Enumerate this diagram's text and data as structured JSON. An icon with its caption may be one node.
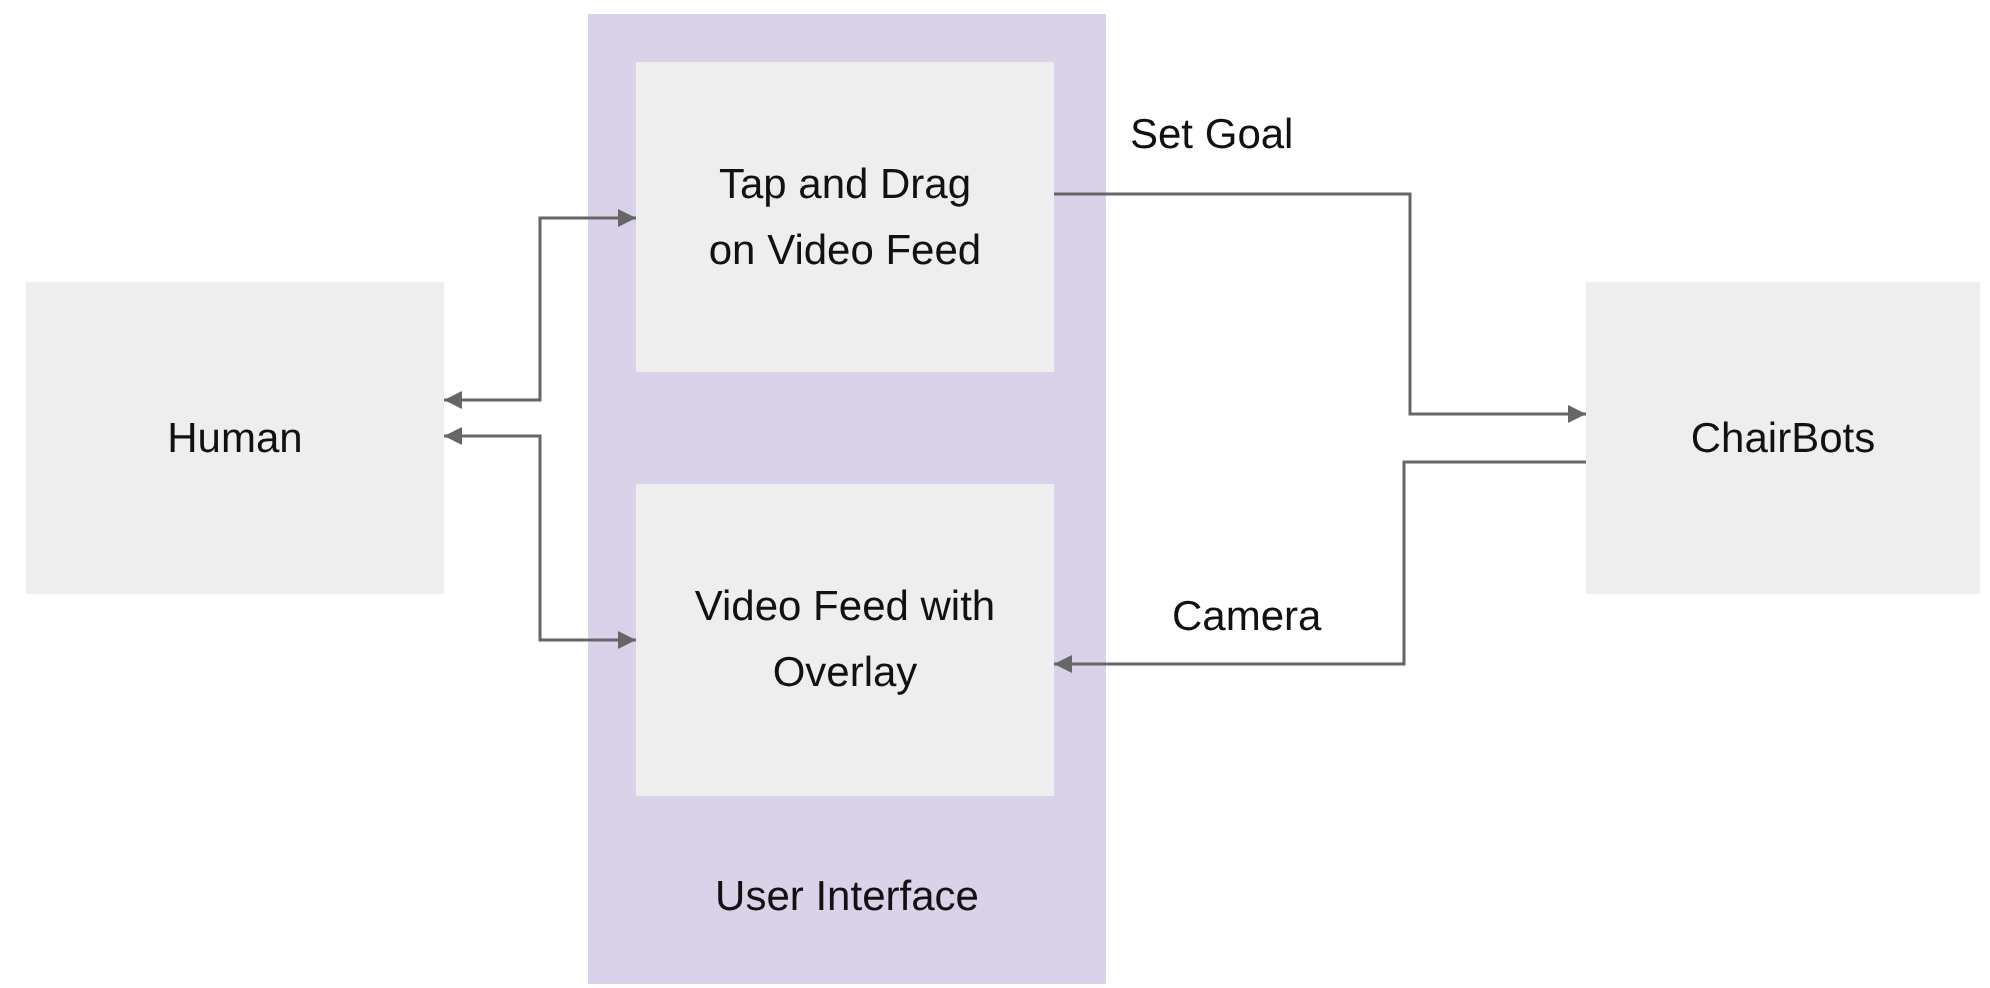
{
  "diagram": {
    "nodes": [
      {
        "text": [
          "Human"
        ]
      },
      {
        "text": [
          "User Interface"
        ]
      },
      {
        "text": [
          "Tap and Drag on Video Feed"
        ],
        "in": 1
      },
      {
        "text": [
          "Video Feed with Overlay"
        ],
        "in": 1
      },
      {
        "text": [
          "ChairBots"
        ]
      }
    ],
    "edges": [
      {
        "from": 2,
        "to": 0,
        "arrow": "both"
      },
      {
        "from": 3,
        "to": 0,
        "arrow": "both"
      },
      {
        "from": 2,
        "to": 4,
        "arrow": "to",
        "label": "Set Goal"
      },
      {
        "from": 4,
        "to": 3,
        "arrow": "to",
        "label": "Camera"
      }
    ]
  }
}
